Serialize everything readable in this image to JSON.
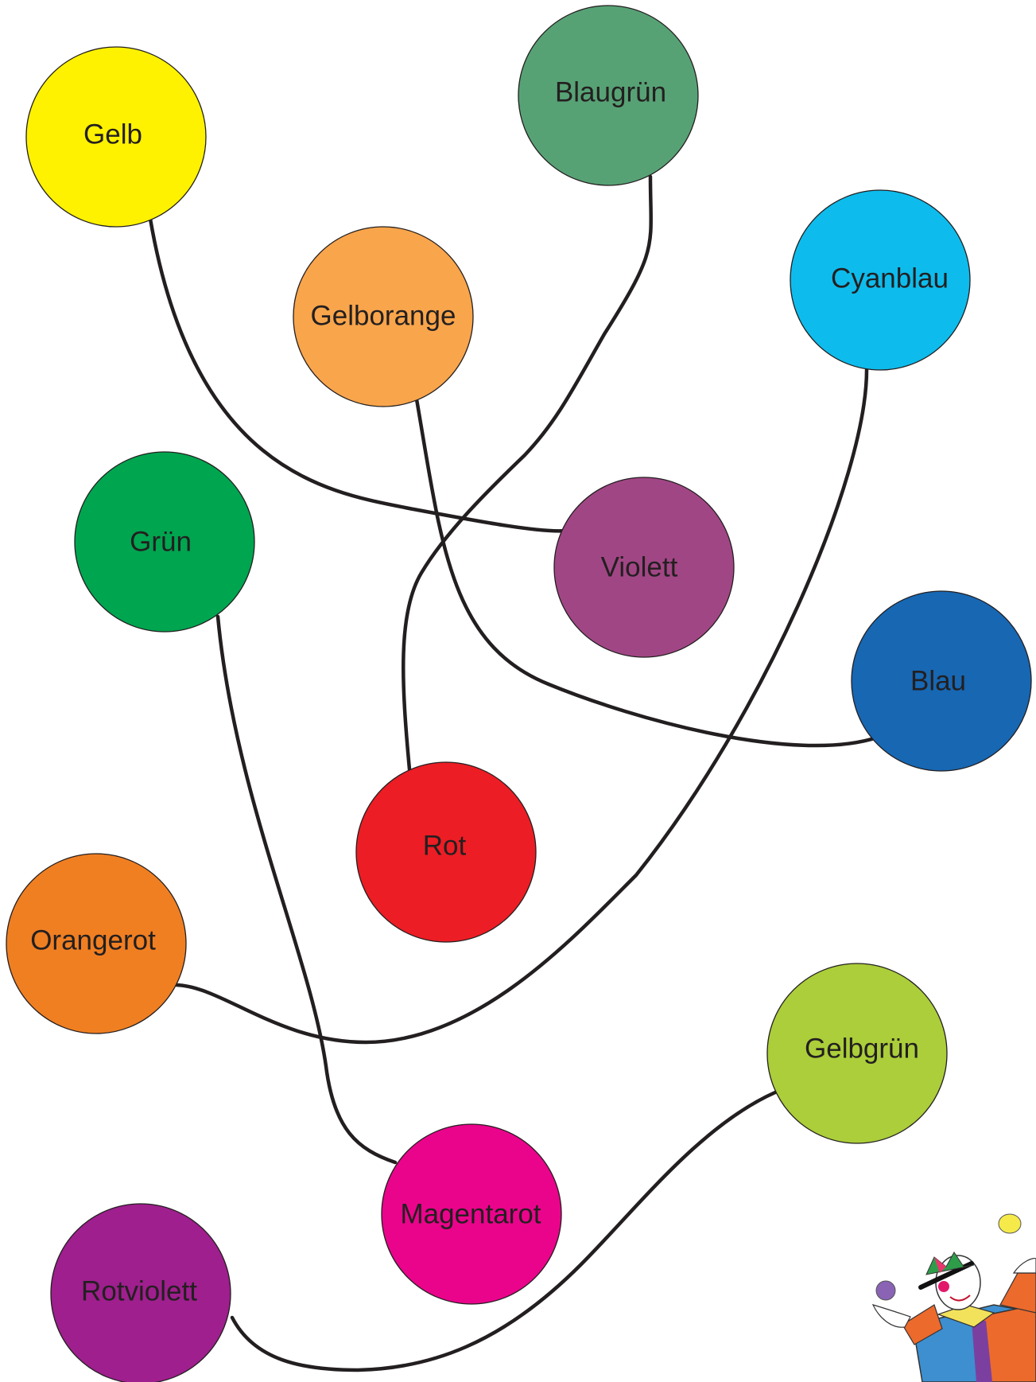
{
  "circles": {
    "gelb": {
      "label": "Gelb",
      "color": "#fff200"
    },
    "blaugruen": {
      "label": "Blaugrün",
      "color": "#57a275"
    },
    "gelborange": {
      "label": "Gelborange",
      "color": "#f9a54b"
    },
    "cyanblau": {
      "label": "Cyanblau",
      "color": "#0dbcec"
    },
    "gruen": {
      "label": "Grün",
      "color": "#00a54f"
    },
    "violett": {
      "label": "Violett",
      "color": "#a14685"
    },
    "blau": {
      "label": "Blau",
      "color": "#1767b3"
    },
    "rot": {
      "label": "Rot",
      "color": "#ec1d24"
    },
    "orangerot": {
      "label": "Orangerot",
      "color": "#f07f22"
    },
    "gelbgruen": {
      "label": "Gelbgrün",
      "color": "#abce3a"
    },
    "magentarot": {
      "label": "Magentarot",
      "color": "#ea048b"
    },
    "rotviolett": {
      "label": "Rotviolett",
      "color": "#9e1f8d"
    }
  },
  "connections": [
    [
      "gelb",
      "violett"
    ],
    [
      "blaugruen",
      "rot"
    ],
    [
      "gelborange",
      "blau"
    ],
    [
      "cyanblau",
      "orangerot"
    ],
    [
      "gruen",
      "magentarot"
    ],
    [
      "gelbgruen",
      "rotviolett"
    ]
  ],
  "decoration": {
    "icon": "juggling-clown-icon"
  }
}
